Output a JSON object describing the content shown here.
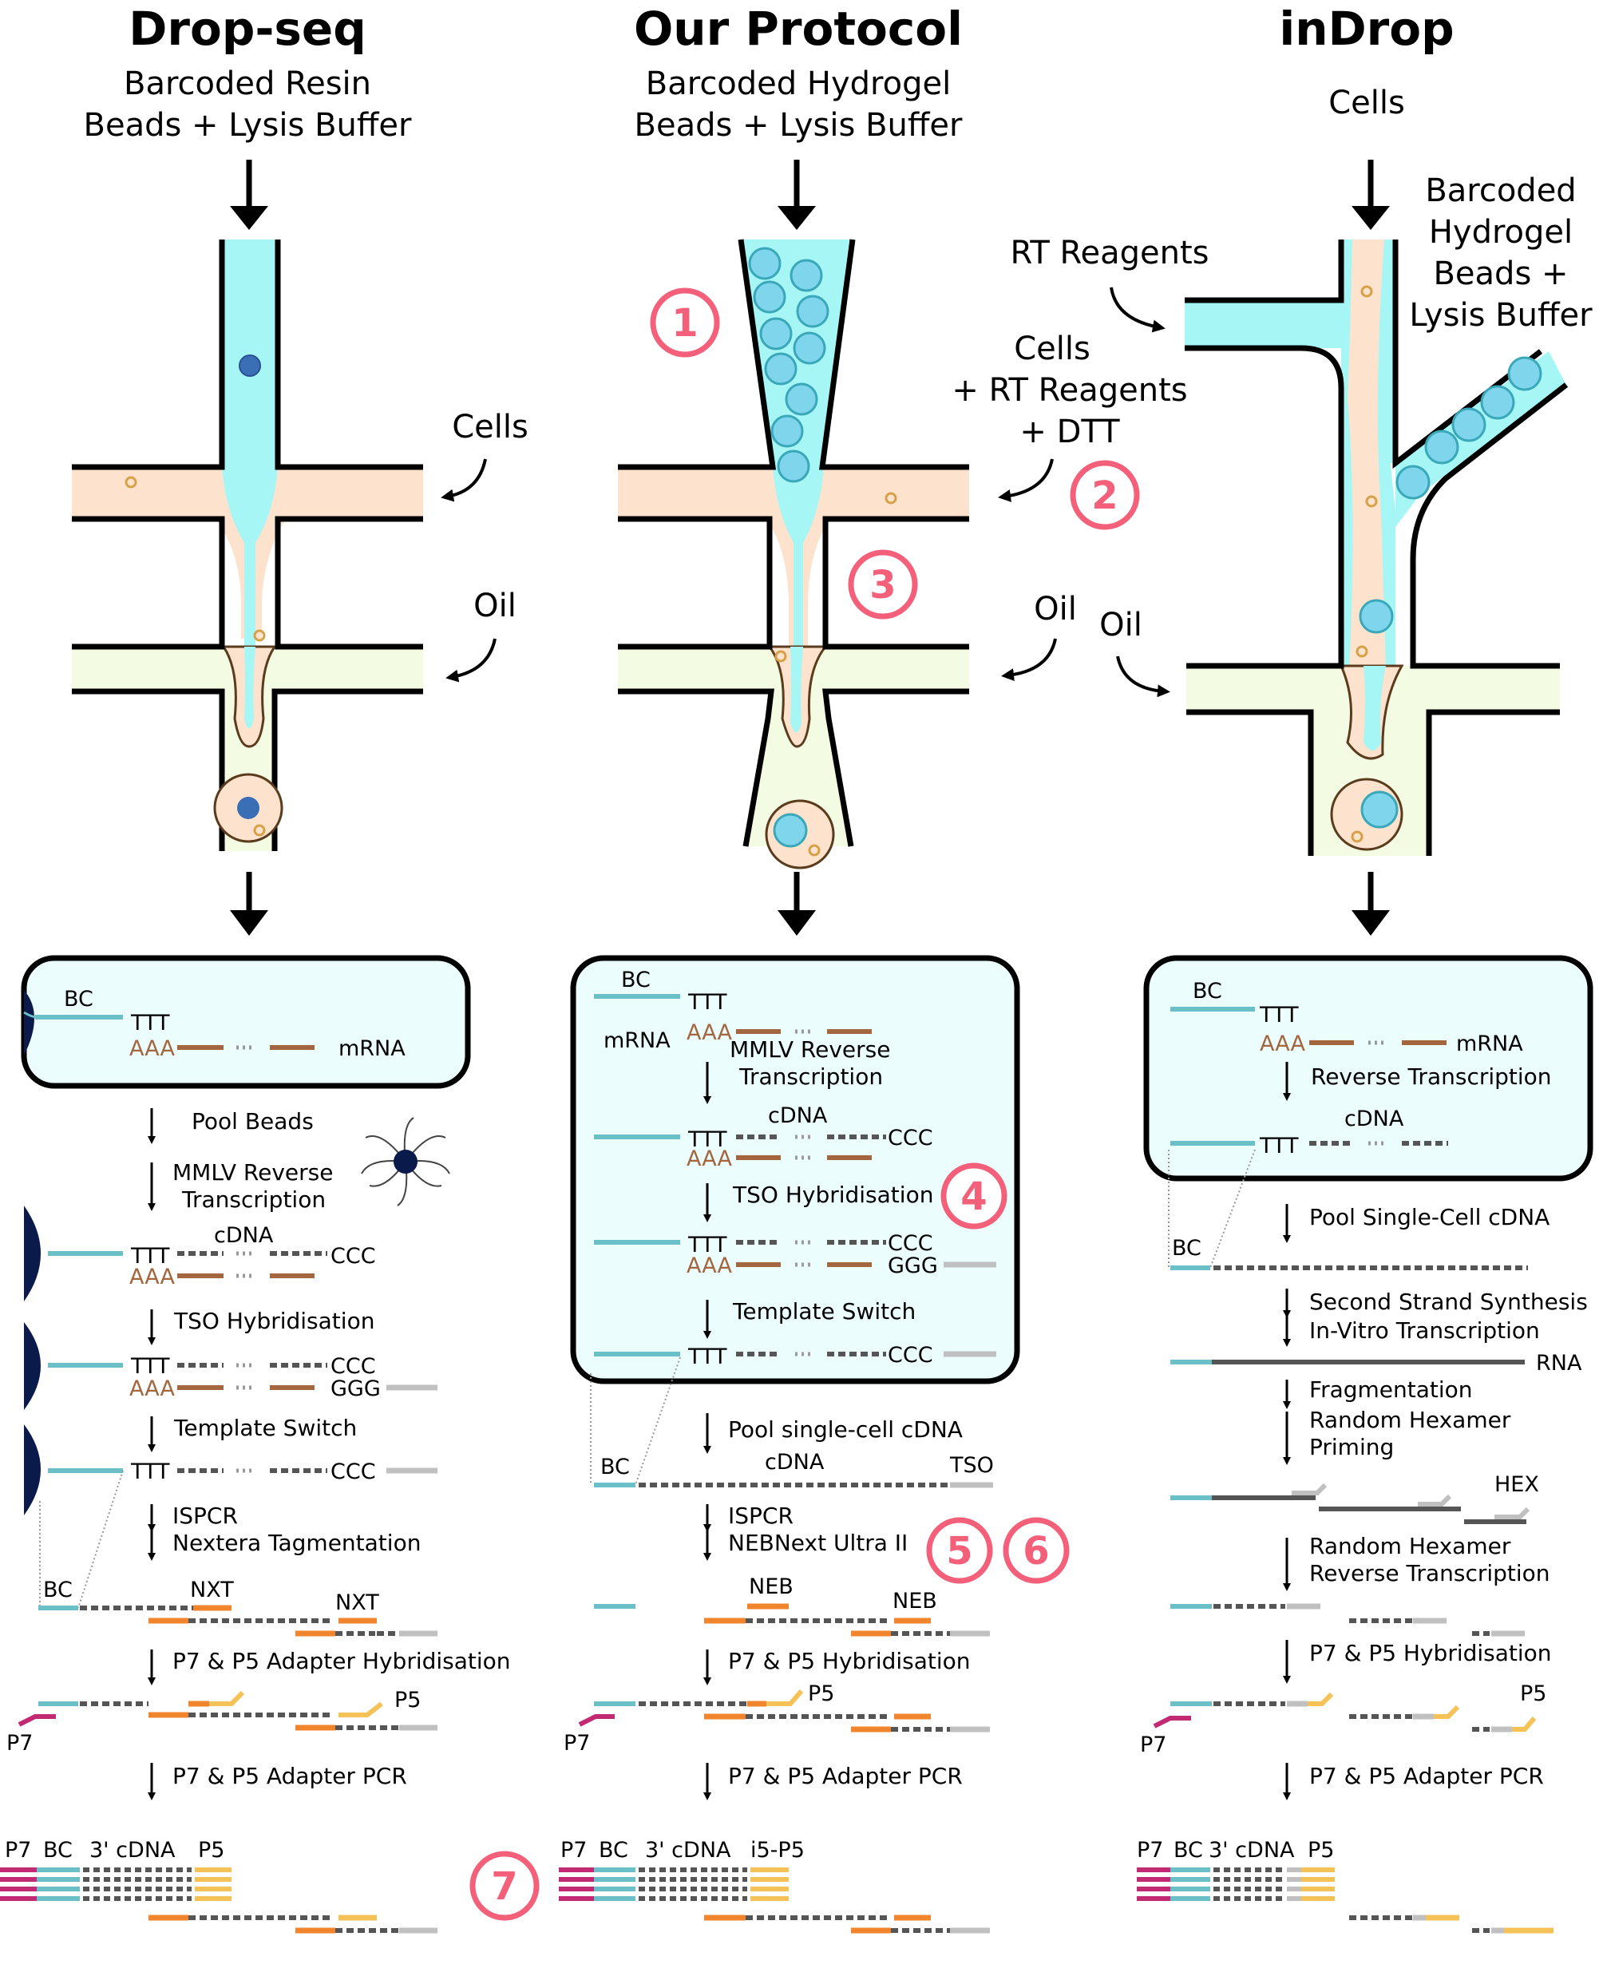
{
  "colors": {
    "aqueous": "#a6f6f6",
    "cell_stream": "#fde3cd",
    "oil": "#f3fbe2",
    "box_fill": "#ebfdfd",
    "bead": "#7fd6ec",
    "resin_bead": "#3a6fb5",
    "barcode": "#6bbfc7",
    "polyA": "#a4663f",
    "cdna": "#555555",
    "tso": "#c0c0c0",
    "nextera": "#f0852e",
    "p5": "#f5c258",
    "p7": "#c22a73",
    "badge": "#f4607a"
  },
  "columns": {
    "dropseq": {
      "title": "Drop-seq",
      "subtitle": [
        "Barcoded Resin",
        "Beads + Lysis Buffer"
      ],
      "inputs": {
        "cells": "Cells",
        "oil": "Oil"
      },
      "box": {
        "bc": "BC",
        "ttt": "TTT",
        "aaa": "AAA",
        "mrna": "mRNA"
      },
      "steps": {
        "pool": "Pool Beads",
        "rt": [
          "MMLV Reverse",
          "Transcription"
        ],
        "cdna": "cDNA",
        "ccc": "CCC",
        "tso": "TSO Hybridisation",
        "ggg": "GGG",
        "switch": "Template Switch",
        "ispcr": "ISPCR",
        "tag": "Nextera Tagmentation",
        "bc": "BC",
        "nxt": "NXT",
        "hyb": "P7 & P5 Adapter Hybridisation",
        "p5": "P5",
        "p7": "P7",
        "pcr": "P7 & P5 Adapter PCR"
      },
      "final": [
        "P7",
        "BC",
        "3' cDNA",
        "P5"
      ]
    },
    "ours": {
      "title": "Our Protocol",
      "subtitle": [
        "Barcoded Hydrogel",
        "Beads + Lysis Buffer"
      ],
      "inputs": {
        "cells": [
          "Cells",
          "+ RT Reagents",
          "+ DTT"
        ],
        "oil": "Oil",
        "rt": "RT Reagents"
      },
      "box": {
        "bc": "BC",
        "ttt": "TTT",
        "aaa": "AAA",
        "mrna": "mRNA",
        "rt": [
          "MMLV Reverse",
          "Transcription"
        ],
        "cdna": "cDNA",
        "ccc": "CCC",
        "tso": "TSO Hybridisation",
        "ggg": "GGG",
        "switch": "Template Switch"
      },
      "steps": {
        "pool": "Pool single-cell cDNA",
        "bc": "BC",
        "cdna": "cDNA",
        "tso": "TSO",
        "ispcr": "ISPCR",
        "ultra": "NEBNext Ultra II",
        "neb": "NEB",
        "hyb": "P7 & P5 Hybridisation",
        "p5": "P5",
        "p7": "P7",
        "pcr": "P7 & P5 Adapter PCR"
      },
      "final": [
        "P7",
        "BC",
        "3' cDNA",
        "i5-P5"
      ],
      "badges": [
        "1",
        "2",
        "3",
        "4",
        "5",
        "6",
        "7"
      ]
    },
    "indrop": {
      "title": "inDrop",
      "subtitle": [
        "Cells"
      ],
      "inputs": {
        "beads": [
          "Barcoded",
          "Hydrogel",
          "Beads +",
          "Lysis Buffer"
        ],
        "oil": "Oil"
      },
      "box": {
        "bc": "BC",
        "ttt": "TTT",
        "aaa": "AAA",
        "mrna": "mRNA",
        "rt": "Reverse Transcription",
        "cdna": "cDNA"
      },
      "steps": {
        "pool": "Pool Single-Cell cDNA",
        "bc": "BC",
        "sss": "Second Strand Synthesis",
        "ivt": "In-Vitro Transcription",
        "rna": "RNA",
        "frag": "Fragmentation",
        "rhp": [
          "Random Hexamer",
          "Priming"
        ],
        "hex": "HEX",
        "rhrt": [
          "Random Hexamer",
          "Reverse Transcription"
        ],
        "hyb": "P7 & P5 Hybridisation",
        "p5": "P5",
        "p7": "P7",
        "pcr": "P7 & P5 Adapter PCR"
      },
      "final": [
        "P7",
        "BC",
        "3' cDNA",
        "P5"
      ]
    }
  }
}
